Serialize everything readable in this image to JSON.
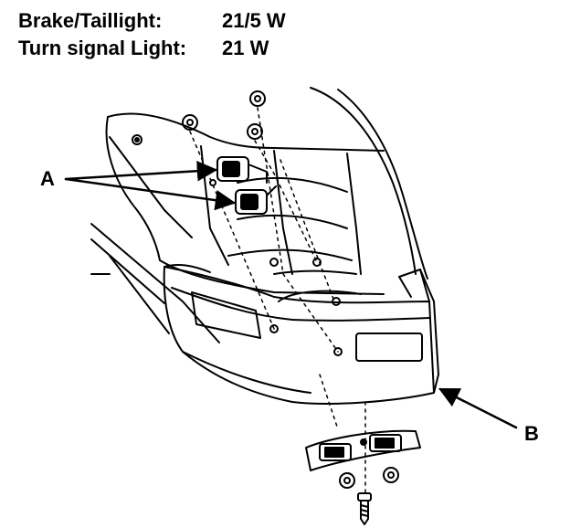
{
  "specs": [
    {
      "label": "Brake/Taillight:",
      "value": "21/5 W"
    },
    {
      "label": "Turn signal Light:",
      "value": "21 W"
    }
  ],
  "callouts": {
    "a": "A",
    "b": "B"
  },
  "colors": {
    "ink": "#000000",
    "background": "#ffffff"
  }
}
